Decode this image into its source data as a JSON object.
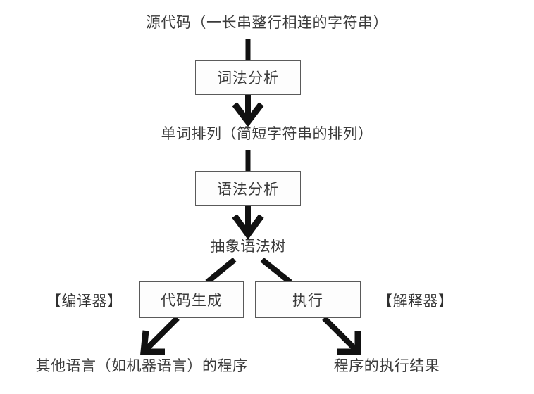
{
  "diagram": {
    "title_alt": "compiler-vs-interpreter-flowchart",
    "colors": {
      "background": "#ffffff",
      "text": "#3b3b3b",
      "box_border": "#5a5a5a",
      "box_fill": "#fdfdfd",
      "arrow": "#111111"
    },
    "nodes": {
      "source_code": "源代码（一长串整行相连的字符串）",
      "lexical_analysis": "词法分析",
      "token_sequence": "单词排列（简短字符串的排列）",
      "syntax_analysis": "语法分析",
      "abstract_syntax_tree": "抽象语法树",
      "code_generation": "代码生成",
      "execution": "执行",
      "compiler_tag": "【编译器】",
      "interpreter_tag": "【解释器】",
      "output_other_language": "其他语言（如机器语言）的程序",
      "output_result": "程序的执行结果"
    },
    "edges": [
      {
        "from": "source_code",
        "to": "lexical_analysis",
        "style": "plain-line"
      },
      {
        "from": "lexical_analysis",
        "to": "token_sequence",
        "style": "arrow-down"
      },
      {
        "from": "token_sequence",
        "to": "syntax_analysis",
        "style": "plain-line"
      },
      {
        "from": "syntax_analysis",
        "to": "abstract_syntax_tree",
        "style": "arrow-down"
      },
      {
        "from": "abstract_syntax_tree",
        "to": "code_generation",
        "style": "diagonal-line-left"
      },
      {
        "from": "abstract_syntax_tree",
        "to": "execution",
        "style": "diagonal-line-right"
      },
      {
        "from": "code_generation",
        "to": "output_other_language",
        "style": "arrow-diagonal-down-left"
      },
      {
        "from": "execution",
        "to": "output_result",
        "style": "arrow-diagonal-down-right"
      }
    ]
  }
}
